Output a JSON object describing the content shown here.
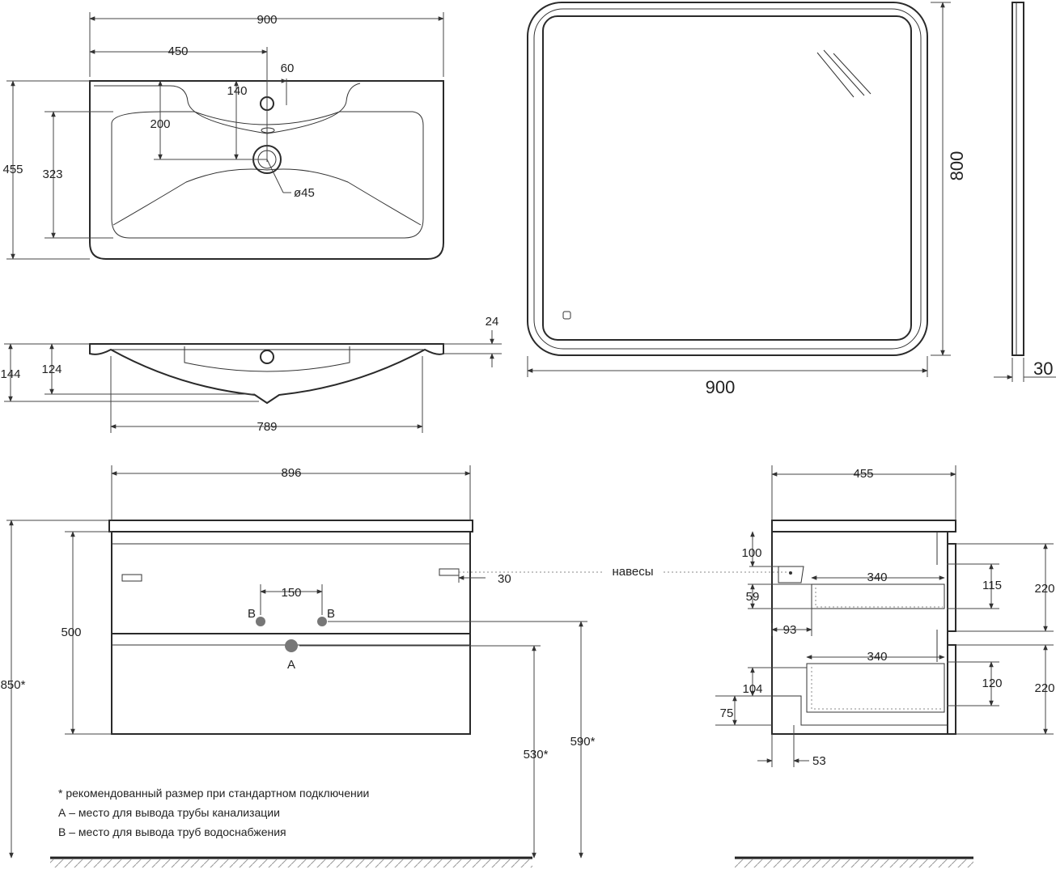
{
  "basin_top": {
    "width": "900",
    "half_width": "450",
    "tap_offset": "60",
    "tap_depth": "140",
    "drain_depth": "200",
    "depth_inner": "323",
    "depth": "455",
    "drain_diameter": "ø45"
  },
  "basin_side": {
    "rim": "24",
    "height_total": "144",
    "height_bowl": "124",
    "bowl_width": "789"
  },
  "mirror": {
    "width": "900",
    "height": "800",
    "thickness": "30"
  },
  "cabinet_front": {
    "width": "896",
    "height": "500",
    "total_height": "850*",
    "pipe_spacing": "150",
    "mark_b": "B",
    "mark_a": "A",
    "hinge_offset": "30",
    "height_a": "530*",
    "height_b": "590*",
    "hinges_label": "навесы"
  },
  "cabinet_side": {
    "depth": "455",
    "top_gap": "100",
    "drawer_top_depth": "340",
    "drawer_top_inner": "115",
    "drawer_top_front": "220",
    "gap_59": "59",
    "offset_93": "93",
    "drawer_bottom_depth": "340",
    "drawer_bottom_inner": "120",
    "drawer_bottom_front": "220",
    "h_104": "104",
    "h_75": "75",
    "w_53": "53"
  },
  "notes": [
    "* рекомендованный размер при стандартном подключении",
    "А – место для вывода трубы канализации",
    "В – место для вывода труб водоснабжения"
  ]
}
